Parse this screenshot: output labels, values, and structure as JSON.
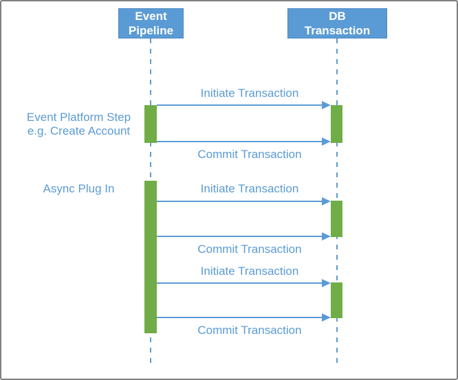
{
  "colors": {
    "actor_fill": "#5B9BD5",
    "actor_text": "#FFFFFF",
    "activation_fill": "#70AD47",
    "line_and_label_blue": "#5B9BD5",
    "frame_border": "#7F7F7F"
  },
  "actors": [
    {
      "id": "event-pipeline",
      "lines": [
        "Event",
        "Pipeline"
      ]
    },
    {
      "id": "db-transaction",
      "lines": [
        "DB",
        "Transaction"
      ]
    }
  ],
  "annotations": [
    {
      "id": "event-platform-step",
      "lines": [
        "Event Platform Step",
        "e.g. Create Account"
      ]
    },
    {
      "id": "async-plug-in",
      "lines": [
        "Async Plug In"
      ]
    }
  ],
  "messages": [
    {
      "label": "Initiate Transaction",
      "from": "Event Pipeline",
      "to": "DB Transaction",
      "label_position": "above"
    },
    {
      "label": "Commit Transaction",
      "from": "Event Pipeline",
      "to": "DB Transaction",
      "label_position": "below"
    },
    {
      "label": "Initiate Transaction",
      "from": "Event Pipeline",
      "to": "DB Transaction",
      "label_position": "above"
    },
    {
      "label": "Commit Transaction",
      "from": "Event Pipeline",
      "to": "DB Transaction",
      "label_position": "below"
    },
    {
      "label": "Initiate Transaction",
      "from": "Event Pipeline",
      "to": "DB Transaction",
      "label_position": "above"
    },
    {
      "label": "Commit Transaction",
      "from": "Event Pipeline",
      "to": "DB Transaction",
      "label_position": "below"
    }
  ]
}
